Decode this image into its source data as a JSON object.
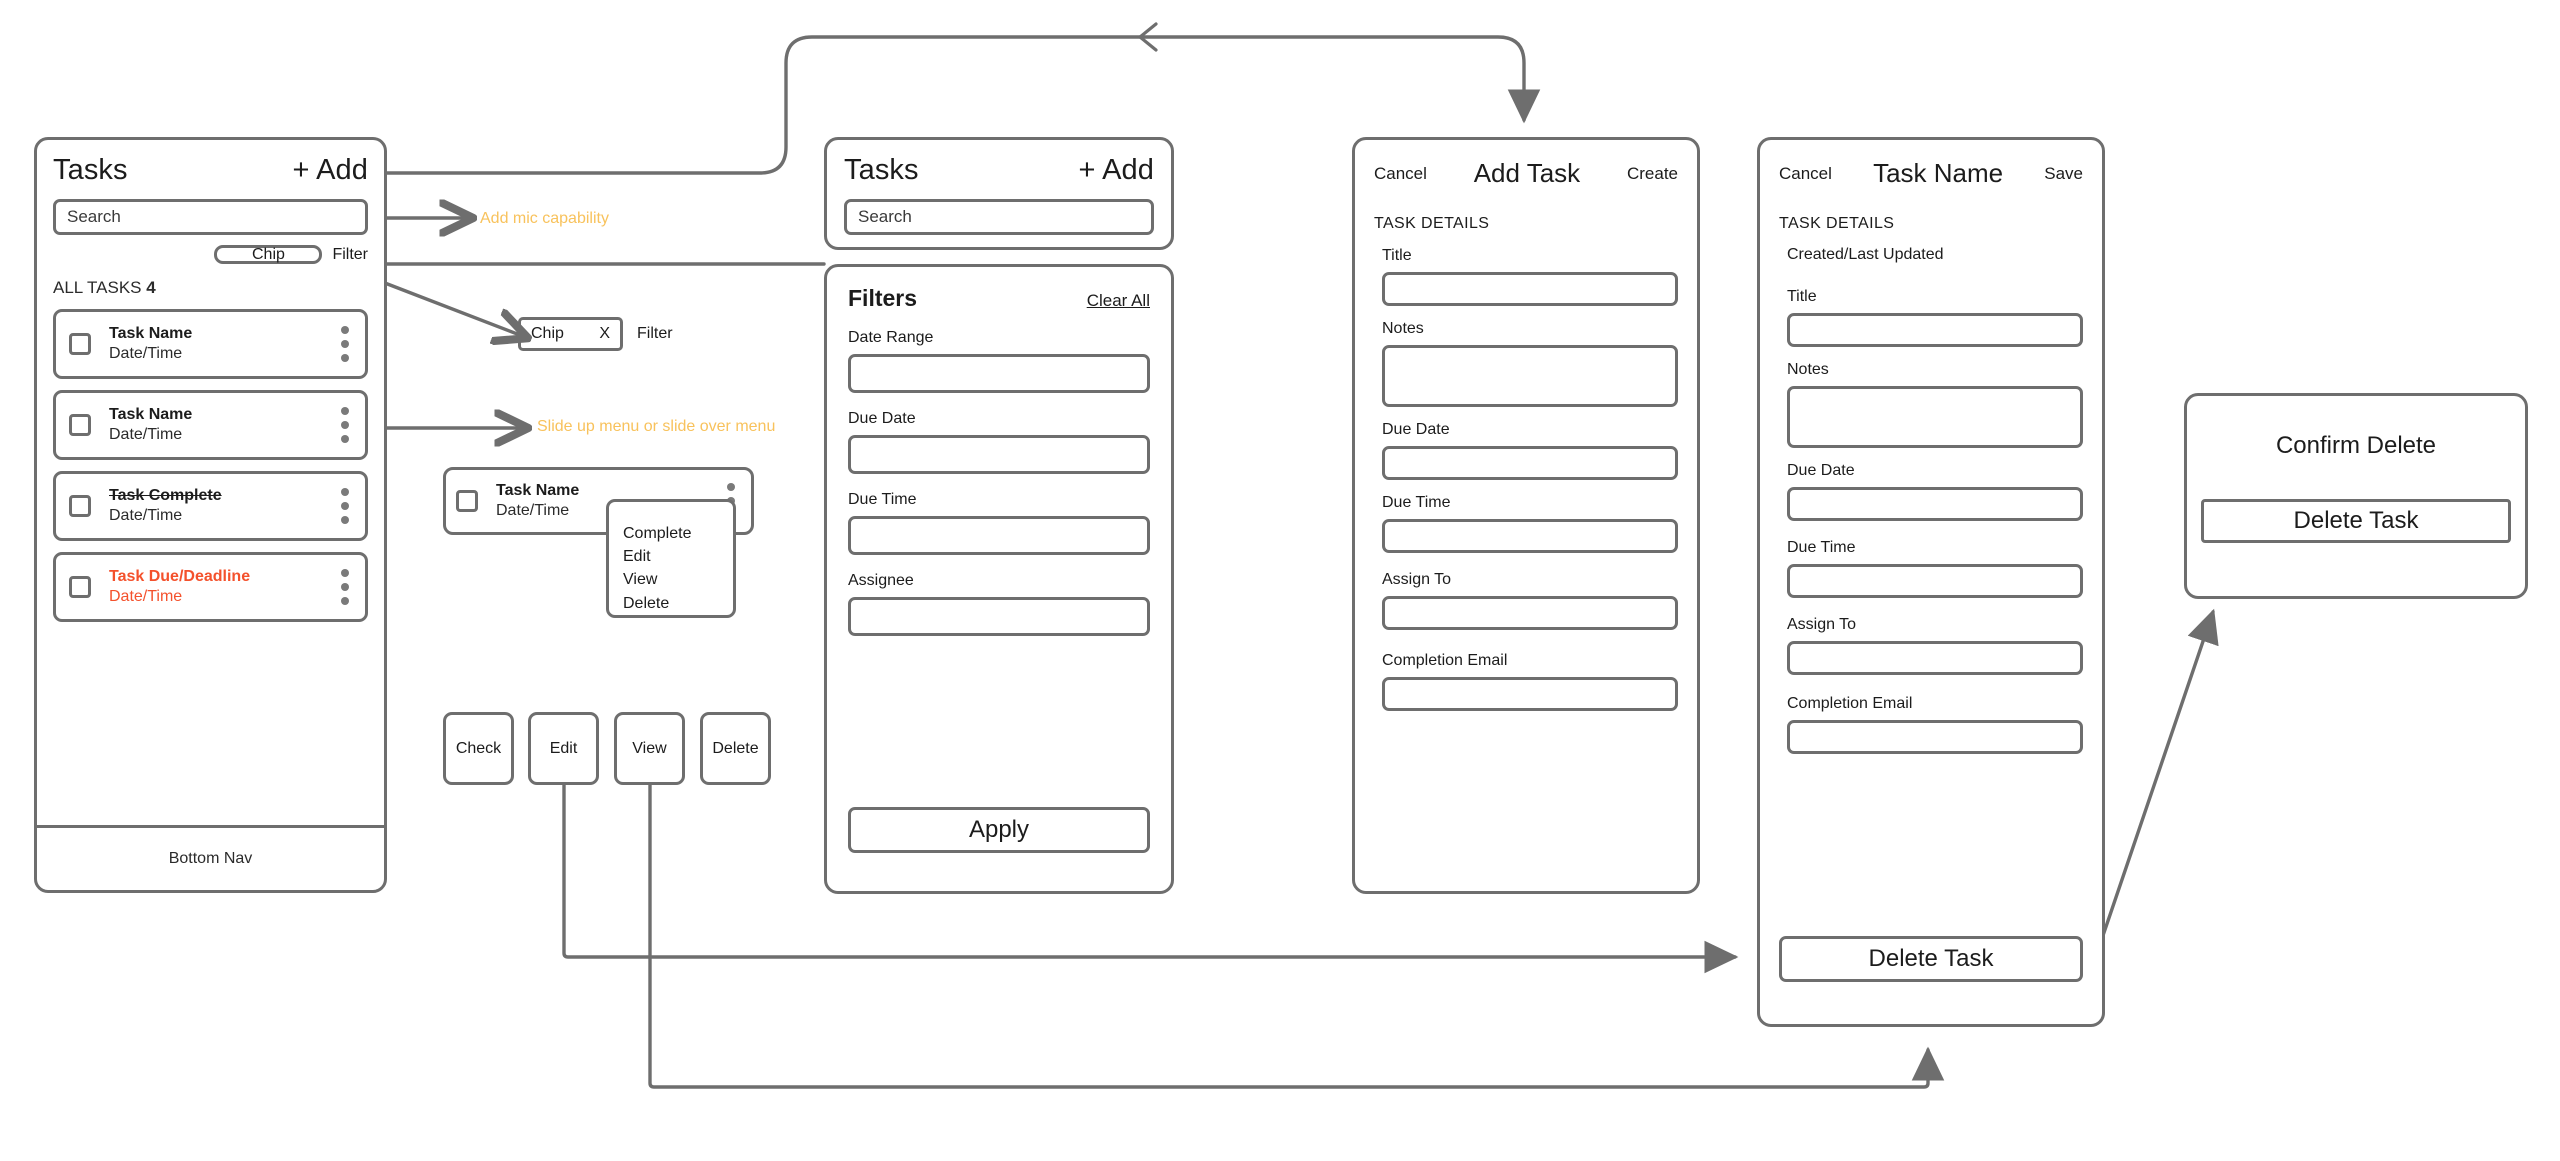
{
  "meta": {
    "stroke_color": "#6e6e6e",
    "text_color": "#1c1c1c",
    "accent_due": "#f4512c",
    "accent_note": "#f8c25c"
  },
  "task_list_screen": {
    "title": "Tasks",
    "add_label": "+ Add",
    "search_placeholder": "Search",
    "chip_label": "Chip",
    "filter_label": "Filter",
    "all_tasks_label": "ALL TASKS",
    "all_tasks_count": "4",
    "tasks": [
      {
        "name": "Task Name",
        "date": "Date/Time",
        "state": "normal"
      },
      {
        "name": "Task Name",
        "date": "Date/Time",
        "state": "normal"
      },
      {
        "name": "Task Complete",
        "date": "Date/Time",
        "state": "complete"
      },
      {
        "name": "Task Due/Deadline",
        "date": "Date/Time",
        "state": "due"
      }
    ],
    "bottom_nav_label": "Bottom Nav"
  },
  "annotations": {
    "mic": "Add mic capability",
    "slide": "Slide up menu or slide over menu"
  },
  "chip_detail": {
    "chip_label": "Chip",
    "close_label": "X",
    "filter_label": "Filter"
  },
  "slide_over": {
    "task_name": "Task Name",
    "task_date": "Date/Time",
    "menu_items": [
      "Complete",
      "Edit",
      "View",
      "Delete"
    ]
  },
  "action_buttons": [
    "Check",
    "Edit",
    "View",
    "Delete"
  ],
  "filters_screen": {
    "title": "Tasks",
    "add_label": "+ Add",
    "search_placeholder": "Search",
    "filters_title": "Filters",
    "clear_all_label": "Clear All",
    "fields": [
      "Date Range",
      "Due Date",
      "Due Time",
      "Assignee"
    ],
    "apply_label": "Apply"
  },
  "add_task_screen": {
    "cancel_label": "Cancel",
    "title": "Add Task",
    "create_label": "Create",
    "section_label": "TASK DETAILS",
    "fields": [
      {
        "label": "Title",
        "type": "input"
      },
      {
        "label": "Notes",
        "type": "notes"
      },
      {
        "label": "Due Date",
        "type": "input"
      },
      {
        "label": "Due Time",
        "type": "input"
      },
      {
        "label": "Assign To",
        "type": "input"
      },
      {
        "label": "Completion Email",
        "type": "input"
      }
    ]
  },
  "task_detail_screen": {
    "cancel_label": "Cancel",
    "title": "Task Name",
    "save_label": "Save",
    "section_label": "TASK DETAILS",
    "created_label": "Created/Last Updated",
    "fields": [
      {
        "label": "Title",
        "type": "input"
      },
      {
        "label": "Notes",
        "type": "notes"
      },
      {
        "label": "Due Date",
        "type": "input"
      },
      {
        "label": "Due Time",
        "type": "input"
      },
      {
        "label": "Assign To",
        "type": "input"
      },
      {
        "label": "Completion Email",
        "type": "input"
      }
    ],
    "delete_label": "Delete Task"
  },
  "confirm_delete_screen": {
    "title": "Confirm Delete",
    "delete_label": "Delete Task"
  }
}
